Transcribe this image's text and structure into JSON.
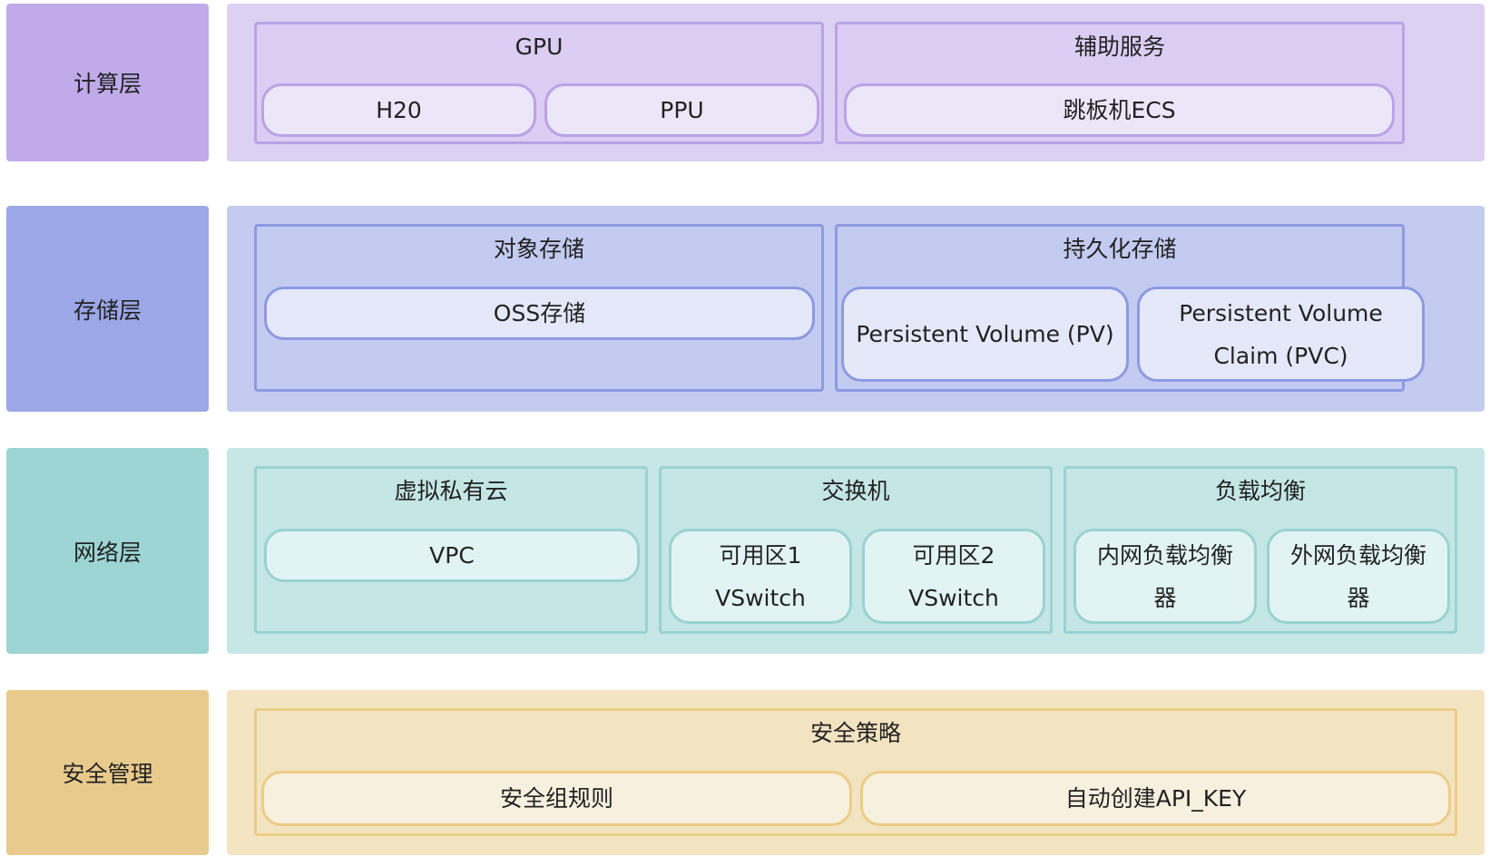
{
  "colors": {
    "compute_label": "#c0aaea",
    "compute_panel": "#dcd0f3",
    "compute_group_fill": "#dbcdf3",
    "compute_border": "#b9a3e5",
    "compute_pill": "#ece6f9",
    "storage_label": "#9ba7e6",
    "storage_panel": "#c4cbf1",
    "storage_group_fill": "#c4cbf1",
    "storage_border": "#8d9ae2",
    "storage_pill": "#e5e8f9",
    "network_label": "#9cd5d3",
    "network_panel": "#c6e7e6",
    "network_group_fill": "#c4e6e5",
    "network_border": "#99d3d1",
    "network_pill": "#e2f3f3",
    "security_label": "#e8cb8c",
    "security_panel": "#f3e4c2",
    "security_group_fill": "#f2e3c1",
    "security_border": "#eccd85",
    "security_pill": "#f8f0df"
  },
  "tiers": {
    "compute": {
      "label": "计算层",
      "gpu": {
        "title": "GPU",
        "h20": "H20",
        "ppu": "PPU"
      },
      "aux": {
        "title": "辅助服务",
        "ecs": "跳板机ECS"
      }
    },
    "storage": {
      "label": "存储层",
      "object": {
        "title": "对象存储",
        "oss": "OSS存储"
      },
      "persistent": {
        "title": "持久化存储",
        "pv": "Persistent Volume (PV)",
        "pvc_line1": "Persistent Volume",
        "pvc_line2": "Claim (PVC)"
      }
    },
    "network": {
      "label": "网络层",
      "vpc_group": {
        "title": "虚拟私有云",
        "vpc": "VPC"
      },
      "switch": {
        "title": "交换机",
        "zone1_line1": "可用区1",
        "zone1_line2": "VSwitch",
        "zone2_line1": "可用区2",
        "zone2_line2": "VSwitch"
      },
      "lb": {
        "title": "负载均衡",
        "internal_line1": "内网负载均衡",
        "internal_line2": "器",
        "external_line1": "外网负载均衡",
        "external_line2": "器"
      }
    },
    "security": {
      "label": "安全管理",
      "policy": {
        "title": "安全策略",
        "sg": "安全组规则",
        "apikey": "自动创建API_KEY"
      }
    }
  }
}
